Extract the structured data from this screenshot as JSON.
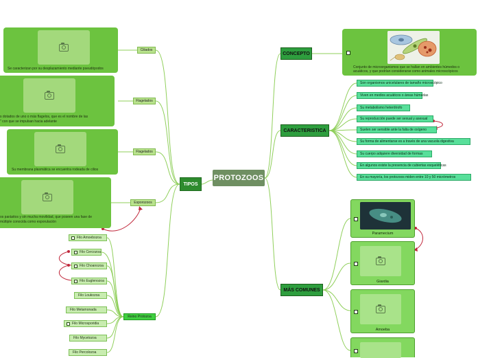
{
  "central": "PROTOZOOS",
  "branches": {
    "tipos": "TIPOS",
    "concepto": "CONCEPTO",
    "caracteristica": "CARACTERISTICA",
    "comunes": "MÁS COMUNES"
  },
  "tipos_items": {
    "ciliados": "Ciliados",
    "flagelados_1": "Flagelados",
    "flagelados_2": "Flagelados",
    "esporozoos": "Esporozoos",
    "reino": "Reino Protozoa"
  },
  "tipos_notes": {
    "ciliados": "Se caracterizan por su desplazamiento mediante pseudópodos",
    "flagelados_1_line1": "s dotados de uno o más flagelos, que es el nombre de las",
    "flagelados_1_line2": "\" con que se impulsan hacia adelante",
    "flagelados_2": "Su membrana plasmática se encuentra rodeada de cilios",
    "esporozoos_line1": "os parásitos y sin mucha movilidad, que poseen una fase de",
    "esporozoos_line2": "múltiple conocida como esporulación"
  },
  "filos": [
    "Filo Amoebozoa",
    "Filo Cercozoa",
    "Filo Choanozoa",
    "Filo Euglenozoa",
    "Filo Loukozoa",
    "Filo Metamonada",
    "Filo Microsporidia",
    "Filo Mycetozoa",
    "Filo Percolozoa"
  ],
  "concepto_text_line1": "Conjunto de microorganismos que se hallan en ambientes húmedos o",
  "concepto_text_line2": "acuáticos, y que podrían considerarse como animales microscópicos",
  "caracteristicas": [
    "Son organismos unicelulares de tamaño microscópico",
    "Viven en medios acuáticos o áreas húmedas",
    "Su metabolismo heterótrofo",
    "Su reproducción puede ser sexual y asexual",
    "Suelen ser sensible ante la falta de oxígeno",
    "Su forma de alimentarse es a través de una vacuola digestiva",
    "Su cuerpo adquiere diversidad de formas",
    "En algunos existe la presencia de cubiertas esqueléticas",
    "En su mayoría, los protozoos miden entre 10 y 50 micrómetros"
  ],
  "comunes": [
    "Paramecium",
    "Giardia",
    "Amoeba"
  ],
  "colors": {
    "central": "#6f8f62",
    "branch": "#2e8b2e",
    "card": "#6cc33f",
    "characteristic": "#58df9a",
    "link": "#8fcf5a",
    "relation": "#c0263a"
  },
  "icons": {
    "placeholder": "camera-icon",
    "checkbox": "checkbox-icon"
  }
}
